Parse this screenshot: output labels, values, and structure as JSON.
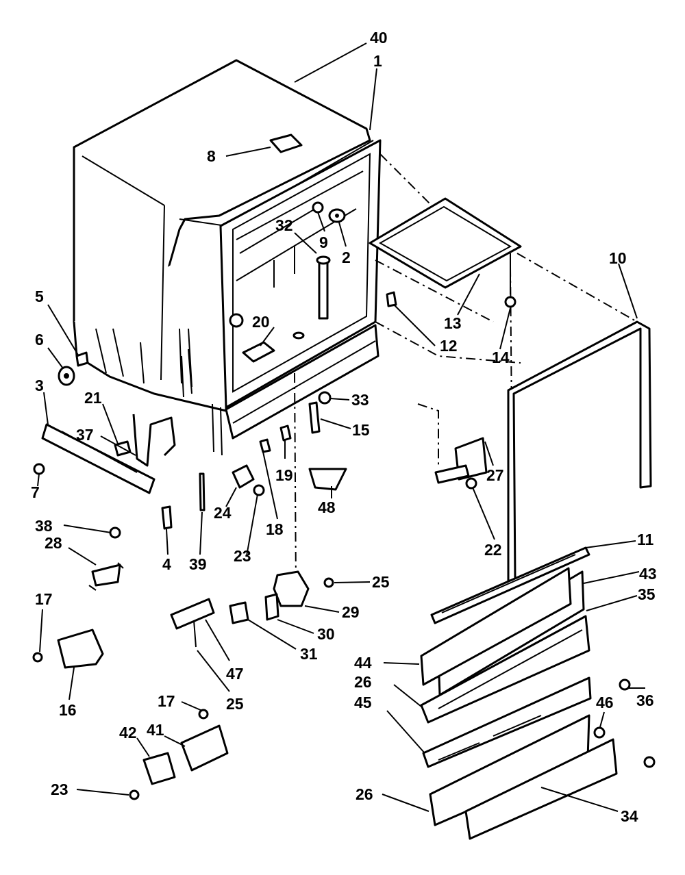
{
  "diagram": {
    "callouts": [
      {
        "id": "40",
        "text": "40"
      },
      {
        "id": "1",
        "text": "1"
      },
      {
        "id": "8",
        "text": "8"
      },
      {
        "id": "9",
        "text": "9"
      },
      {
        "id": "2",
        "text": "2"
      },
      {
        "id": "32",
        "text": "32"
      },
      {
        "id": "10",
        "text": "10"
      },
      {
        "id": "5",
        "text": "5"
      },
      {
        "id": "6",
        "text": "6"
      },
      {
        "id": "3",
        "text": "3"
      },
      {
        "id": "20",
        "text": "20"
      },
      {
        "id": "13",
        "text": "13"
      },
      {
        "id": "12",
        "text": "12"
      },
      {
        "id": "14",
        "text": "14"
      },
      {
        "id": "21",
        "text": "21"
      },
      {
        "id": "33",
        "text": "33"
      },
      {
        "id": "15",
        "text": "15"
      },
      {
        "id": "37",
        "text": "37"
      },
      {
        "id": "7",
        "text": "7"
      },
      {
        "id": "19",
        "text": "19"
      },
      {
        "id": "27",
        "text": "27"
      },
      {
        "id": "48",
        "text": "48"
      },
      {
        "id": "38",
        "text": "38"
      },
      {
        "id": "24",
        "text": "24"
      },
      {
        "id": "18",
        "text": "18"
      },
      {
        "id": "22",
        "text": "22"
      },
      {
        "id": "28",
        "text": "28"
      },
      {
        "id": "4",
        "text": "4"
      },
      {
        "id": "39",
        "text": "39"
      },
      {
        "id": "23a",
        "text": "23"
      },
      {
        "id": "11",
        "text": "11"
      },
      {
        "id": "43",
        "text": "43"
      },
      {
        "id": "25a",
        "text": "25"
      },
      {
        "id": "35",
        "text": "35"
      },
      {
        "id": "29",
        "text": "29"
      },
      {
        "id": "17a",
        "text": "17"
      },
      {
        "id": "30",
        "text": "30"
      },
      {
        "id": "31",
        "text": "31"
      },
      {
        "id": "47",
        "text": "47"
      },
      {
        "id": "36",
        "text": "36"
      },
      {
        "id": "44",
        "text": "44"
      },
      {
        "id": "25b",
        "text": "25"
      },
      {
        "id": "26a",
        "text": "26"
      },
      {
        "id": "16",
        "text": "16"
      },
      {
        "id": "45",
        "text": "45"
      },
      {
        "id": "46",
        "text": "46"
      },
      {
        "id": "17b",
        "text": "17"
      },
      {
        "id": "41",
        "text": "41"
      },
      {
        "id": "42",
        "text": "42"
      },
      {
        "id": "23b",
        "text": "23"
      },
      {
        "id": "26b",
        "text": "26"
      },
      {
        "id": "34",
        "text": "34"
      }
    ]
  }
}
